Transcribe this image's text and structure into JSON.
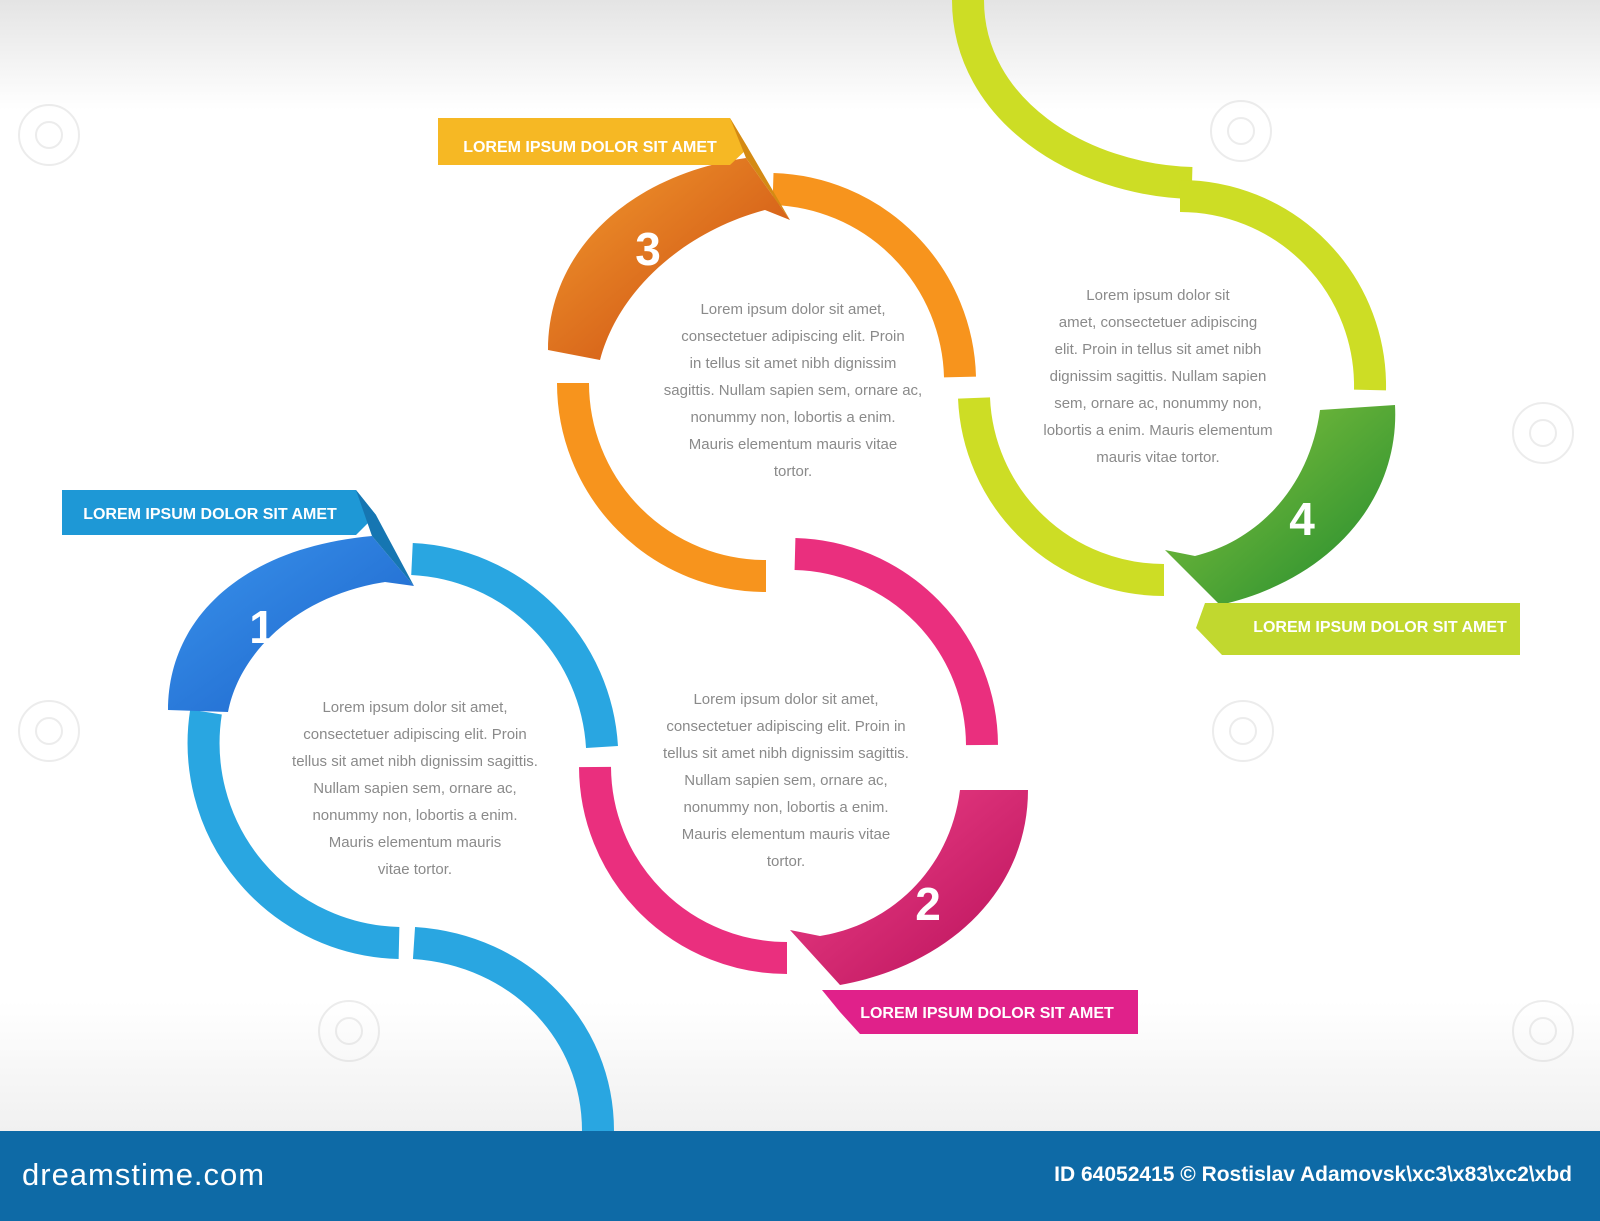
{
  "steps": [
    {
      "number": "1",
      "title": "LOREM IPSUM DOLOR SIT AMET",
      "color": "#29a6e1",
      "accent": "#2f86e3",
      "body": [
        "Lorem ipsum dolor sit amet,",
        "consectetuer adipiscing elit. Proin",
        "tellus sit amet nibh dignissim sagittis.",
        "Nullam sapien sem, ornare ac,",
        "nonummy non, lobortis a enim.",
        "Mauris elementum mauris",
        "vitae tortor."
      ]
    },
    {
      "number": "2",
      "title": "LOREM IPSUM DOLOR SIT AMET",
      "color": "#ea2f7e",
      "accent": "#e31f73",
      "body": [
        "Lorem ipsum dolor sit amet,",
        "consectetuer adipiscing elit. Proin in",
        "tellus sit amet nibh dignissim sagittis.",
        "Nullam sapien sem, ornare ac,",
        "nonummy non, lobortis a enim.",
        "Mauris elementum mauris vitae",
        "tortor."
      ]
    },
    {
      "number": "3",
      "title": "LOREM IPSUM DOLOR SIT AMET",
      "color": "#f7941d",
      "accent": "#e4711a",
      "body": [
        "Lorem ipsum dolor sit amet,",
        "consectetuer adipiscing elit. Proin",
        "in tellus sit amet nibh dignissim",
        "sagittis. Nullam sapien sem, ornare ac,",
        "nonummy non, lobortis a enim.",
        "Mauris elementum mauris vitae",
        "tortor."
      ]
    },
    {
      "number": "4",
      "title": "LOREM IPSUM DOLOR SIT AMET",
      "color": "#cddd25",
      "accent": "#4cae3c",
      "body": [
        "Lorem ipsum dolor sit",
        "amet, consectetuer adipiscing",
        "elit. Proin in tellus sit amet nibh",
        "dignissim sagittis. Nullam sapien",
        "sem, ornare ac, nonummy non,",
        "lobortis a enim. Mauris elementum",
        "mauris vitae tortor."
      ]
    }
  ],
  "footer": {
    "logo": "dreamstime.com",
    "credit": "ID 64052415 © Rostislav Adamovsk\\xc3\\x83\\xc2\\xbd",
    "color": "#0e6aa6"
  }
}
